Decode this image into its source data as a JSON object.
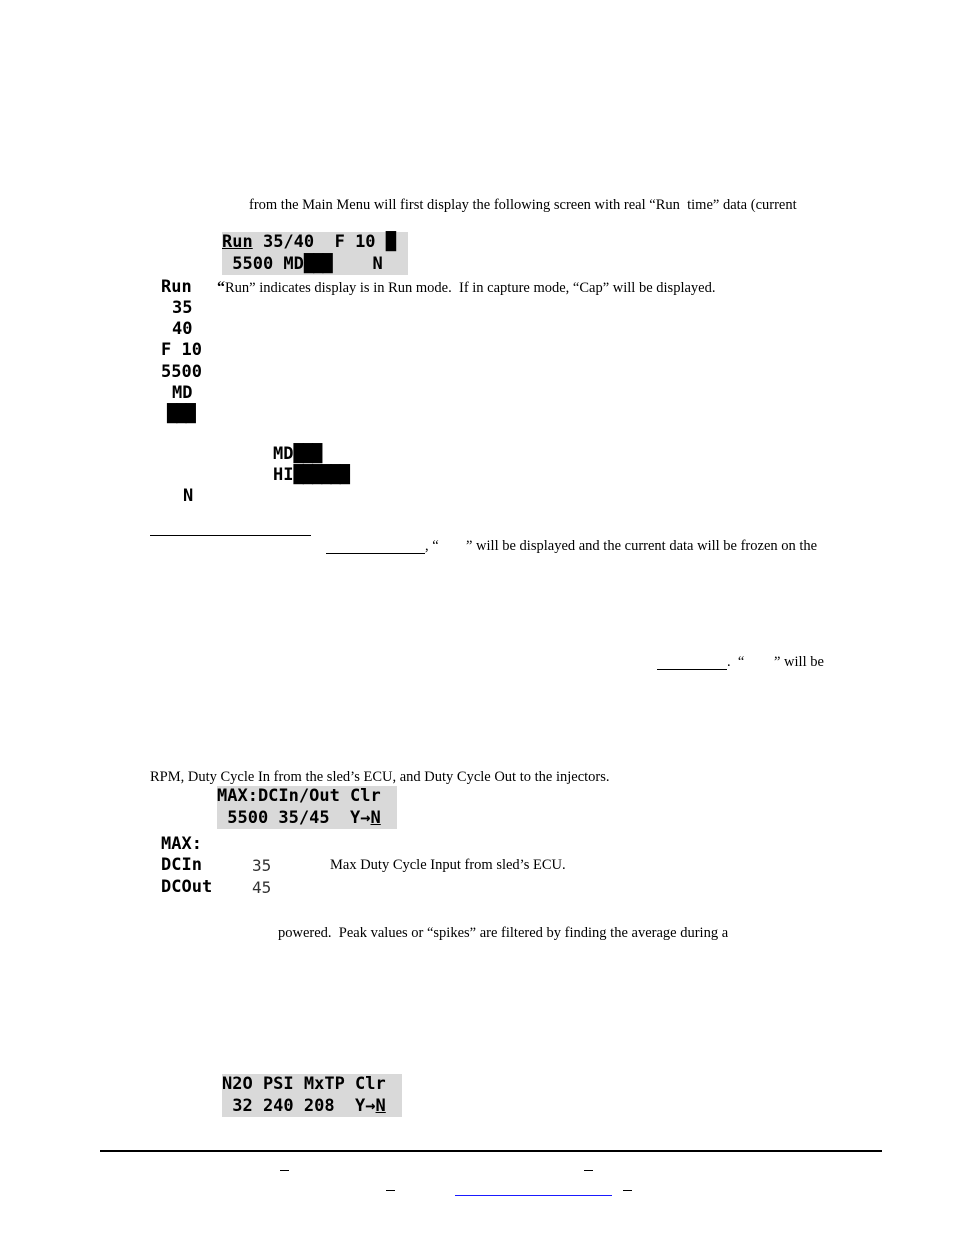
{
  "intro_text": "from the Main Menu will first display the following screen with real “Run  time” data (current",
  "run_screen": {
    "line1_prefix": "Run",
    "line1_rest": " 35/40  F 10 ",
    "line1_block": "█",
    "line2_a": " 5500 MD",
    "line2_blocks": "███",
    "line2_b": "    N"
  },
  "run_desc_quote": "“",
  "run_desc": "Run” indicates display is in Run mode.  If in capture mode, “Cap” will be displayed.",
  "labels": {
    "run": "Run",
    "in35": "35",
    "out40": "40",
    "f10": "F 10",
    "rpm": "5500",
    "md": "MD",
    "bar": "███",
    "md2": "MD",
    "md2_bar": "███",
    "hi": "HI",
    "hi_bar": "██████",
    "n": "N"
  },
  "capture_text_a": ", “",
  "capture_text_b": "” will be displayed and the current data will be frozen on the",
  "capture2_text_a": ".  “",
  "capture2_text_b": "” will be",
  "max_intro": "RPM, Duty Cycle In from the sled’s ECU, and Duty Cycle Out to the injectors.",
  "max_screen": {
    "line1": "MAX:DCIn/Out Clr",
    "line2_a": " 5500 35/45  Y→",
    "line2_n": "N"
  },
  "max_labels": {
    "max": "MAX:",
    "dcin": "DCIn",
    "dcin_val": "35",
    "dcin_desc": "Max Duty Cycle Input from sled’s ECU.",
    "dcout": "DCOut",
    "dcout_val": "45"
  },
  "powered_text": "powered.  Peak values or “spikes” are filtered by finding the average during a",
  "n2o_screen": {
    "line1": "N2O PSI MxTP Clr",
    "line2_a": " 32 240 208  Y→",
    "line2_n": "N"
  }
}
